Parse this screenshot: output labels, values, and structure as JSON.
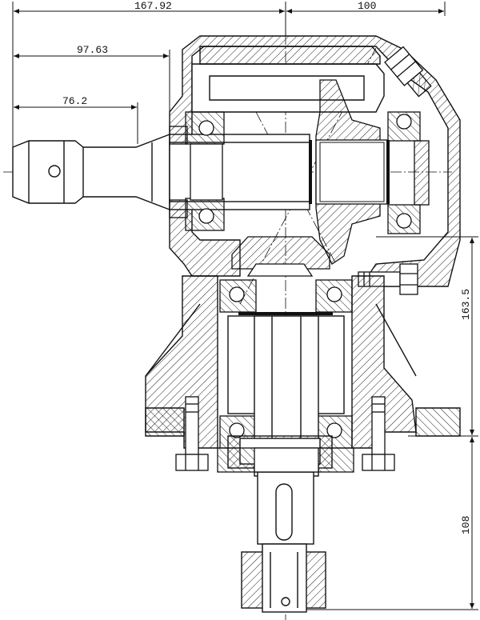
{
  "drawing": {
    "dimensions": {
      "overall_width": "167.92",
      "right_width": "100",
      "shaft_length": "97.63",
      "shaft_stub": "76.2",
      "vertical_mid": "163.5",
      "vertical_low": "108"
    },
    "colors": {
      "line": "#111111",
      "hatch": "#222222",
      "paper": "#ffffff"
    }
  }
}
